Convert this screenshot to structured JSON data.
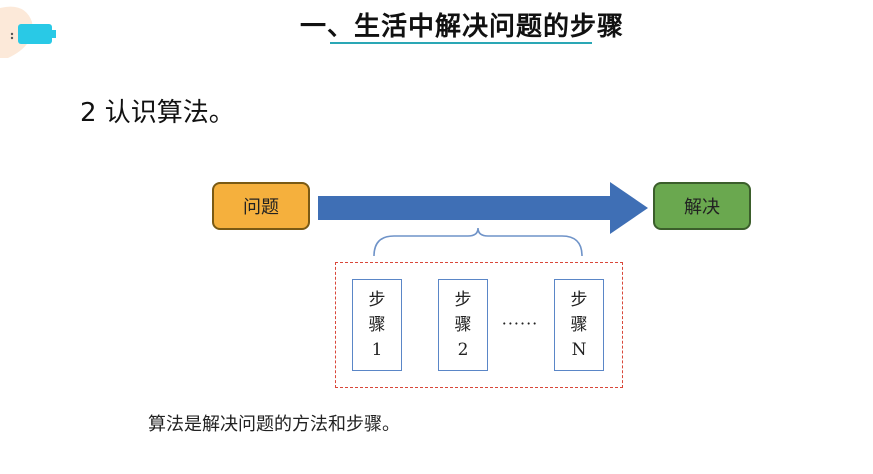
{
  "header": {
    "title": "一、生活中解决问题的步骤"
  },
  "section": {
    "heading": "2 认识算法。"
  },
  "diagram": {
    "problem_label": "问题",
    "solve_label": "解决",
    "steps": [
      {
        "line1": "步",
        "line2": "骤",
        "line3": "1"
      },
      {
        "line1": "步",
        "line2": "骤",
        "line3": "2"
      },
      {
        "line1": "步",
        "line2": "骤",
        "line3": "N"
      }
    ],
    "ellipsis": "······",
    "colors": {
      "problem_fill": "#f5b03d",
      "solve_fill": "#6aa84f",
      "arrow_fill": "#3f6fb5",
      "frame_border": "#d9473a",
      "card_border": "#5a86c7"
    }
  },
  "caption": {
    "text": "算法是解决问题的方法和步骤。"
  }
}
